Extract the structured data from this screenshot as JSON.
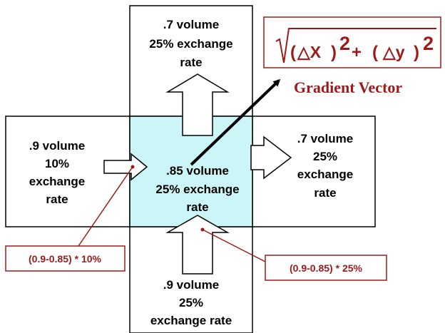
{
  "cells": {
    "top": [
      ".7 volume",
      "25% exchange",
      "rate"
    ],
    "left": [
      ".9 volume",
      "10%",
      "exchange",
      "rate"
    ],
    "center": [
      ".85 volume",
      "25% exchange",
      "rate"
    ],
    "right": [
      ".7 volume",
      "25%",
      "exchange",
      "rate"
    ],
    "bottom": [
      ".9 volume",
      "25%",
      "exchange rate"
    ]
  },
  "formula": {
    "open1": "(",
    "delta_x": "△X",
    "close1": ")",
    "exp1": "2",
    "plus": "+",
    "open2": "(",
    "delta_y": "△y",
    "close2": ")",
    "exp2": "2"
  },
  "gradient_label": "Gradient Vector",
  "callouts": {
    "left": "(0.9-0.85) * 10%",
    "right": "(0.9-0.85) * 25%"
  },
  "colors": {
    "center_fill": "#ccf5f7",
    "accent": "#9b1b1b"
  }
}
